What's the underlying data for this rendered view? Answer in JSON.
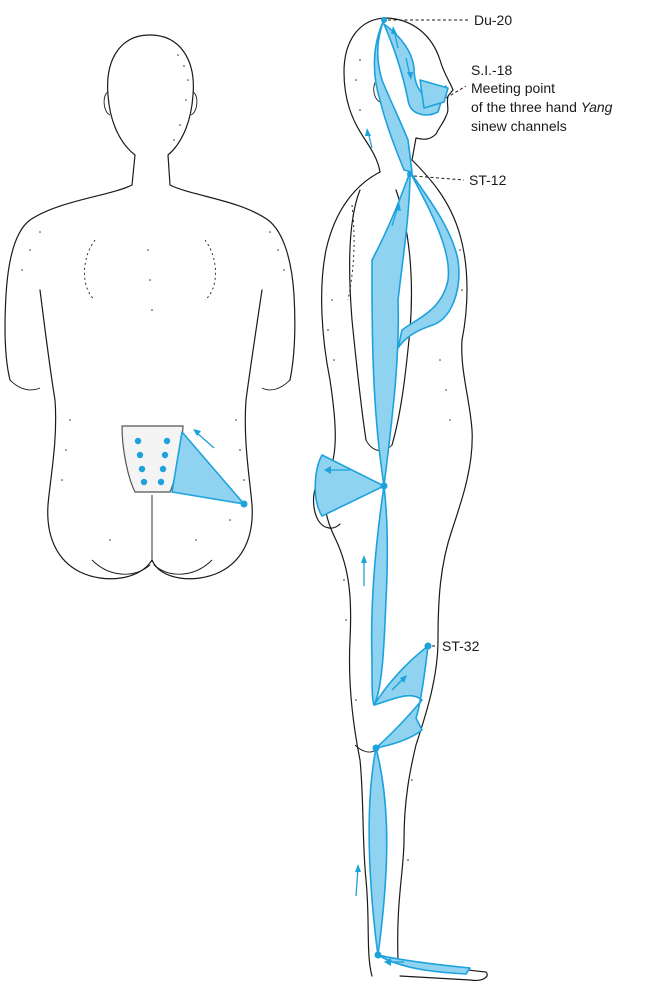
{
  "labels": {
    "du20": "Du-20",
    "si18": "S.I.-18",
    "meeting_line1": "Meeting point",
    "meeting_line2_pre": "of the three hand ",
    "meeting_line2_em": "Yang",
    "meeting_line3": "sinew channels",
    "st12": "ST-12",
    "st32": "ST-32"
  },
  "colors": {
    "channel_fill": "#8fd3f0",
    "channel_stroke": "#1da2dc",
    "outline": "#1a1a1a"
  },
  "figures": [
    "back-view-figure",
    "side-view-figure"
  ],
  "sacral_foramina_count": 8
}
